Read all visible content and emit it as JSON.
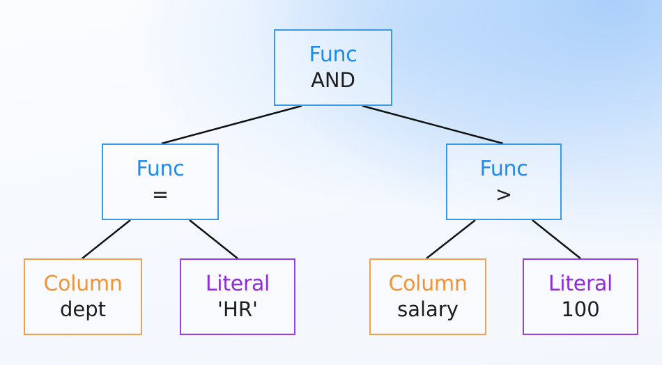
{
  "tree": {
    "root": {
      "kind": "Func",
      "value": "AND"
    },
    "left": {
      "kind": "Func",
      "value": "="
    },
    "right": {
      "kind": "Func",
      "value": ">"
    },
    "left_left": {
      "kind": "Column",
      "value": "dept"
    },
    "left_right": {
      "kind": "Literal",
      "value": "'HR'"
    },
    "right_left": {
      "kind": "Column",
      "value": "salary"
    },
    "right_right": {
      "kind": "Literal",
      "value": "100"
    }
  },
  "colors": {
    "func": "#1f8be9",
    "column": "#f29335",
    "literal": "#8f2ed6",
    "edge": "#111111"
  }
}
